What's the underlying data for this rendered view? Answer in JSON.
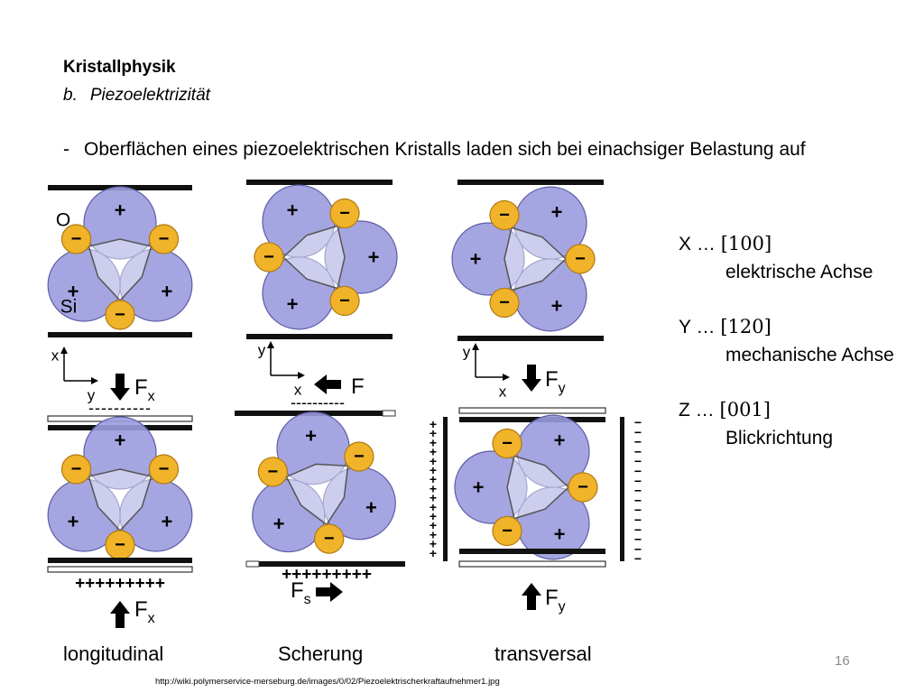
{
  "slide": {
    "title": "Kristallphysik",
    "subtitle_enum": "b.",
    "subtitle": "Piezoelektrizität",
    "bullet_dash": "-",
    "bullet": "Oberflächen eines piezoelektrischen Kristalls laden sich bei einachsiger Belastung auf",
    "page_number": "16",
    "source": "http://wiki.polymerservice-merseburg.de/images/0/02/Piezoelektrischerkraftaufnehmer1.jpg"
  },
  "axes_definitions": [
    {
      "axis": "X",
      "ellipsis": "…",
      "direction": "[100]",
      "description": "elektrische Achse"
    },
    {
      "axis": "Y",
      "ellipsis": "…",
      "direction": "[120]",
      "description": "mechanische Achse"
    },
    {
      "axis": "Z",
      "ellipsis": "…",
      "direction": "[001]",
      "description": "Blickrichtung"
    }
  ],
  "cases": [
    {
      "label": "longitudinal",
      "force": "F",
      "force_sub": "x"
    },
    {
      "label": "Scherung",
      "force": "F",
      "force_sub": "s"
    },
    {
      "label": "transversal",
      "force": "F",
      "force_sub": "y"
    }
  ],
  "figure": {
    "atom_O": "O",
    "atom_Si": "Si",
    "axis_x": "x",
    "axis_y": "y",
    "charge_plus_row": "+++++++++",
    "charge_minus_row": "----------",
    "plus_sign": "+",
    "minus_sign": "−",
    "colors": {
      "si_fill": "#9b9bde",
      "si_stroke": "#5d5da8",
      "o_fill": "#f0b32a",
      "o_stroke": "#b07a10",
      "plate": "#111111"
    }
  }
}
